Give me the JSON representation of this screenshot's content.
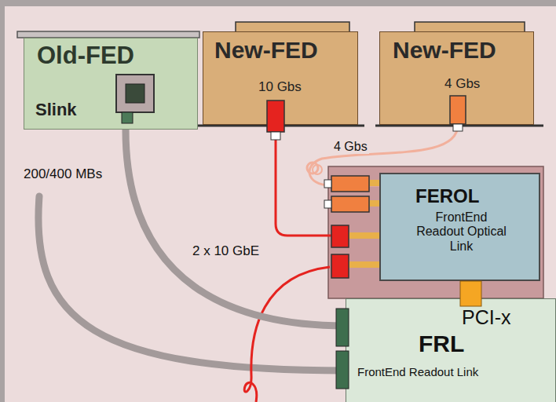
{
  "diagram": {
    "nodes": [
      {
        "text": [
          "Old-FED",
          "Slink"
        ]
      },
      {
        "text": [
          "New-FED",
          "10 Gbs"
        ]
      },
      {
        "text": [
          "New-FED",
          "4 Gbs"
        ]
      },
      {
        "text": [
          "FEROL",
          "FrontEnd Readout Optical Link"
        ]
      },
      {
        "text": [
          "FRL",
          "FrontEnd Readout Link"
        ]
      }
    ],
    "edges": [
      {
        "from": 0,
        "to": 4,
        "arrow": "none"
      },
      {
        "from": 1,
        "to": 3,
        "arrow": "none"
      },
      {
        "from": 2,
        "to": 3,
        "label": "4 Gbs",
        "arrow": "none"
      }
    ],
    "labels": [
      "200/400 MBs",
      "2 x 10 GbE",
      "PCI-x"
    ]
  }
}
